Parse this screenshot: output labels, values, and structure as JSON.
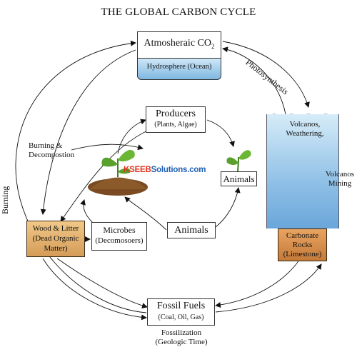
{
  "title": "THE GLOBAL CARBON CYCLE",
  "atmosphere": {
    "label": "Atmosheraic CO",
    "sub": "2",
    "ocean": "Hydrosphere (Ocean)"
  },
  "photosynthesis": "Photosynthesis",
  "burning_decomposition": [
    "Burning &",
    "Decompostion"
  ],
  "burning": "Burning",
  "producers": {
    "title": "Producers",
    "sub": "(Plants, Algae)"
  },
  "animals_small": "Animals",
  "animals_big": "Animals",
  "microbes": {
    "title": "Microbes",
    "sub": "(Decomosoers)"
  },
  "wood_litter": [
    "Wood & Litter",
    "(Dead Organic",
    "Matter)"
  ],
  "volcanos_weathering": [
    "Volcanos,",
    "Weathering,"
  ],
  "volcanos_mining": [
    "Volcanos",
    "Mining"
  ],
  "carbonate_rocks": [
    "Carbonate",
    "Rocks",
    "(Limestone)"
  ],
  "fossil_fuels": {
    "title": "Fossil Fuels",
    "sub": "(Coal, Oil, Gas)"
  },
  "fossilization": [
    "Fossilization",
    "(Geologic Time)"
  ],
  "watermark": {
    "part1": "KSEEB",
    "part2": "Solutions",
    "part3": ".com"
  },
  "colors": {
    "ocean": "#7fb7e1",
    "soil": "#8a5a2b",
    "leaf": "#5aa02c",
    "wood": "#e0ac68",
    "rock": "#d18a45"
  }
}
